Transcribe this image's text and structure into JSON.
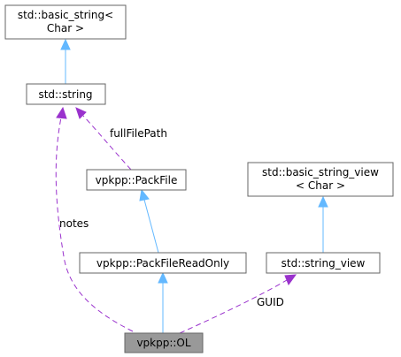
{
  "nodes": {
    "basic_string": [
      "std::basic_string<",
      "Char >"
    ],
    "string": [
      "std::string"
    ],
    "packfile": [
      "vpkpp::PackFile"
    ],
    "basic_string_view": [
      "std::basic_string_view",
      "< Char >"
    ],
    "packfile_readonly": [
      "vpkpp::PackFileReadOnly"
    ],
    "string_view": [
      "std::string_view"
    ],
    "ol": [
      "vpkpp::OL"
    ]
  },
  "edge_labels": {
    "fullFilePath": "fullFilePath",
    "notes": "notes",
    "GUID": "GUID"
  },
  "colors": {
    "inheritance": "#63b8ff",
    "usage": "#9a32cd",
    "target_fill": "#999999",
    "border": "#666666"
  }
}
